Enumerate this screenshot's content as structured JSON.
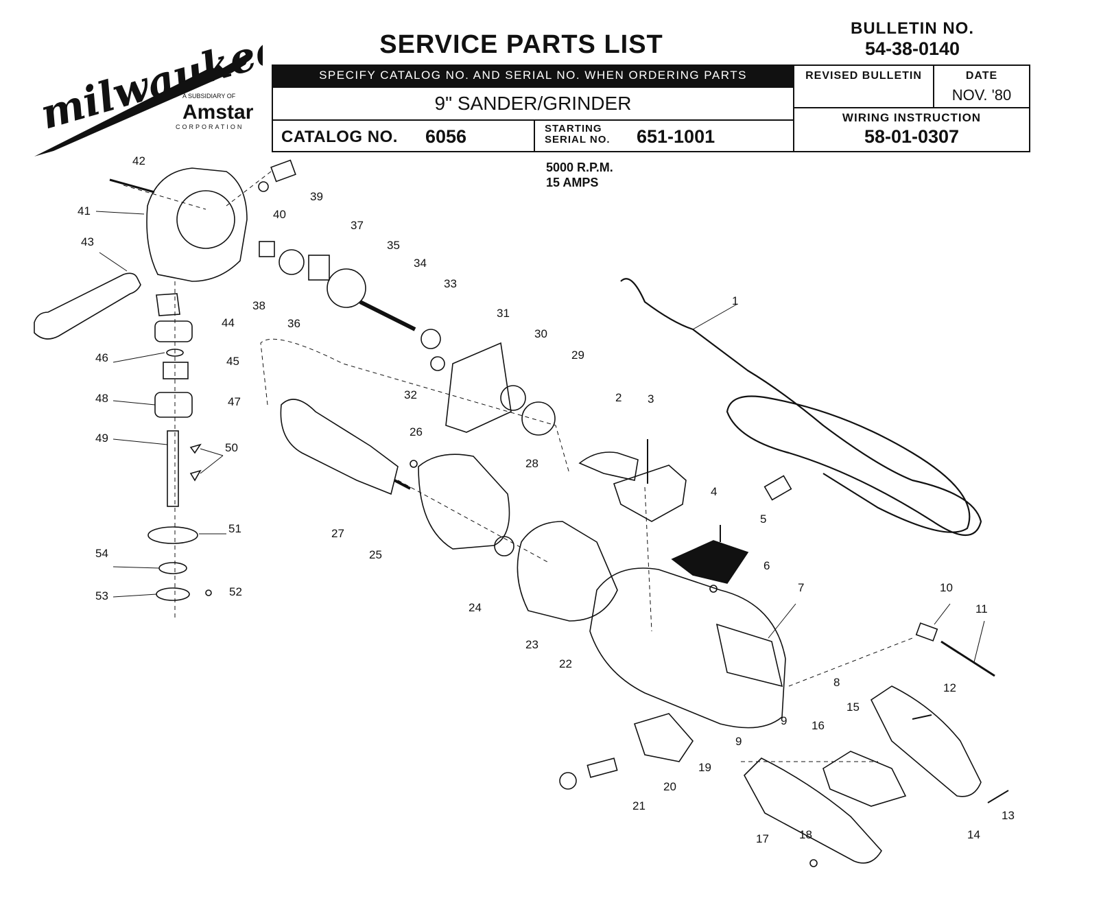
{
  "brand": {
    "logo_text": "milwaukee",
    "subsidiary_line": "A SUBSIDIARY OF",
    "parent_name": "Amstar",
    "parent_corp": "CORPORATION"
  },
  "header": {
    "title": "SERVICE PARTS LIST",
    "bulletin_label": "BULLETIN NO.",
    "bulletin_no": "54-38-0140",
    "specify_note": "SPECIFY CATALOG NO. AND SERIAL NO. WHEN ORDERING PARTS",
    "product": "9\" SANDER/GRINDER",
    "catalog_label": "CATALOG NO.",
    "catalog_no": "6056",
    "starting_label_1": "STARTING",
    "starting_label_2": "SERIAL NO.",
    "serial_no": "651-1001",
    "revised_label": "REVISED BULLETIN",
    "date_label": "DATE",
    "date_value": "NOV. '80",
    "wiring_label": "WIRING INSTRUCTION",
    "wiring_no": "58-01-0307"
  },
  "specs": {
    "rpm": "5000 R.P.M.",
    "amps": "15 AMPS"
  },
  "part_numbers": {
    "p1": "1",
    "p2": "2",
    "p3": "3",
    "p4": "4",
    "p5": "5",
    "p6": "6",
    "p7": "7",
    "p8": "8",
    "p9a": "9",
    "p9b": "9",
    "p10": "10",
    "p11": "11",
    "p12": "12",
    "p13": "13",
    "p14": "14",
    "p15": "15",
    "p16": "16",
    "p17": "17",
    "p18": "18",
    "p19": "19",
    "p20": "20",
    "p21": "21",
    "p22": "22",
    "p23": "23",
    "p24": "24",
    "p25": "25",
    "p26": "26",
    "p27": "27",
    "p28": "28",
    "p29": "29",
    "p30": "30",
    "p31": "31",
    "p32": "32",
    "p33": "33",
    "p34": "34",
    "p35": "35",
    "p36": "36",
    "p37": "37",
    "p38": "38",
    "p39": "39",
    "p40": "40",
    "p41": "41",
    "p42": "42",
    "p43": "43",
    "p44": "44",
    "p45": "45",
    "p46": "46",
    "p47": "47",
    "p48": "48",
    "p49": "49",
    "p50": "50",
    "p51": "51",
    "p52": "52",
    "p53": "53",
    "p54": "54"
  }
}
